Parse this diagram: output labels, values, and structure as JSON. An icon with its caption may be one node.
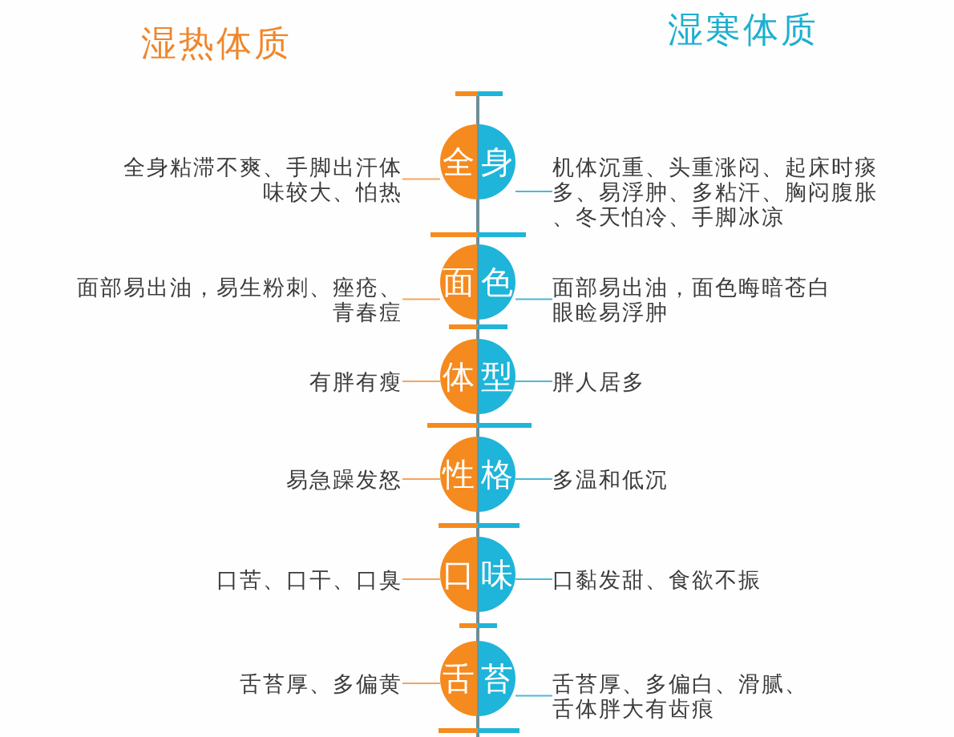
{
  "diagram": {
    "nodes": [
      {
        "text": [
          "全身粘滞不爽、手脚出汗体味较大、怕热"
        ]
      },
      {
        "text": [
          "全身"
        ]
      },
      {
        "text": [
          "机体沉重、头重涨闷、起床时痰多、易浮肿、多粘汗、胸闷腹胀、冬天怕冷、手脚冰凉"
        ]
      },
      {
        "text": [
          "面部易出油，易生粉刺、痤疮、青春痘"
        ]
      },
      {
        "text": [
          "面色"
        ]
      },
      {
        "text": [
          "面部易出油，面色晦暗苍白眼睑易浮肿"
        ]
      },
      {
        "text": [
          "有胖有瘦"
        ]
      },
      {
        "text": [
          "体型"
        ]
      },
      {
        "text": [
          "胖人居多"
        ]
      },
      {
        "text": [
          "易急躁发怒"
        ]
      },
      {
        "text": [
          "性格"
        ]
      },
      {
        "text": [
          "多温和低沉"
        ]
      },
      {
        "text": [
          "口苦、口干、口臭"
        ]
      },
      {
        "text": [
          "口味"
        ]
      },
      {
        "text": [
          "口黏发甜、食欲不振"
        ]
      },
      {
        "text": [
          "舌苔厚、多偏黄"
        ]
      },
      {
        "text": [
          "舌苔"
        ]
      },
      {
        "text": [
          "舌苔厚、多偏白、滑腻、舌体胖大有齿痕"
        ]
      }
    ],
    "edges": [
      {
        "from": 1,
        "to": 0,
        "arrow": "none",
        "color": "#f4a55e"
      },
      {
        "from": 1,
        "to": 2,
        "arrow": "none",
        "color": "#4cb8d6"
      },
      {
        "from": 4,
        "to": 3,
        "arrow": "none",
        "color": "#f4a55e"
      },
      {
        "from": 4,
        "to": 5,
        "arrow": "none",
        "color": "#4cb8d6"
      },
      {
        "from": 7,
        "to": 6,
        "arrow": "none",
        "color": "#f4a55e"
      },
      {
        "from": 7,
        "to": 8,
        "arrow": "none",
        "color": "#4cb8d6"
      },
      {
        "from": 10,
        "to": 9,
        "arrow": "none",
        "color": "#f4a55e"
      },
      {
        "from": 10,
        "to": 11,
        "arrow": "none",
        "color": "#4cb8d6"
      },
      {
        "from": 13,
        "to": 12,
        "arrow": "none",
        "color": "#f4a55e"
      },
      {
        "from": 13,
        "to": 14,
        "arrow": "none",
        "color": "#4cb8d6"
      },
      {
        "from": 16,
        "to": 15,
        "arrow": "none",
        "color": "#f4a55e"
      },
      {
        "from": 16,
        "to": 17,
        "arrow": "none",
        "color": "#4cb8d6"
      }
    ],
    "labels": [
      "湿热体质",
      "湿寒体质"
    ]
  }
}
